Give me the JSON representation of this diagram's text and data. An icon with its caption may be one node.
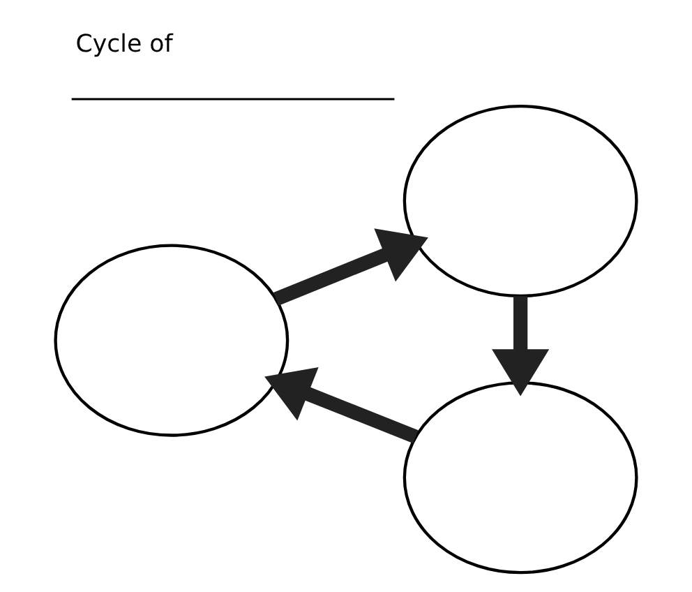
{
  "diagram": {
    "title": "Cycle of",
    "nodes": [
      {
        "text": [],
        "shape": "ellipse"
      },
      {
        "text": [],
        "shape": "ellipse"
      },
      {
        "text": [],
        "shape": "ellipse"
      }
    ],
    "edges": [
      {
        "from": 0,
        "to": 1,
        "arrow": "to"
      },
      {
        "from": 1,
        "to": 2,
        "arrow": "to"
      },
      {
        "from": 2,
        "to": 0,
        "arrow": "to"
      }
    ]
  }
}
